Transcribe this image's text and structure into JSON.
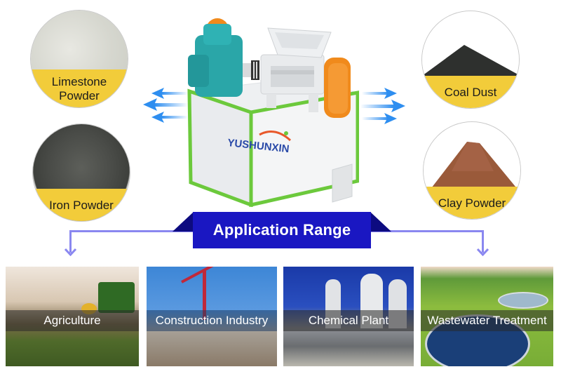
{
  "materials": {
    "left": [
      {
        "label": "Limestone Powder",
        "line1": "Limestone",
        "line2": "Powder",
        "powder_color": "#dcdcd4"
      },
      {
        "label": "Iron Powder",
        "powder_color": "#4a4c48"
      }
    ],
    "right": [
      {
        "label": "Coal Dust",
        "powder_color": "#2e302e"
      },
      {
        "label": "Clay Powder",
        "powder_color": "#9a5a3a"
      }
    ],
    "band_color": "#f2cc3a"
  },
  "machine": {
    "brand": "YUSHUNXIN",
    "frame_color": "#6cc93c",
    "gearbox_color": "#2aa6a8",
    "pulley_color": "#f08a1c"
  },
  "banner": {
    "title": "Application Range",
    "color": "#1a17c2",
    "arrow_color": "#8a87f0"
  },
  "applications": [
    {
      "label": "Agriculture"
    },
    {
      "label": "Construction Industry"
    },
    {
      "label": "Chemical Plant"
    },
    {
      "label": "Wastewater Treatment"
    }
  ]
}
